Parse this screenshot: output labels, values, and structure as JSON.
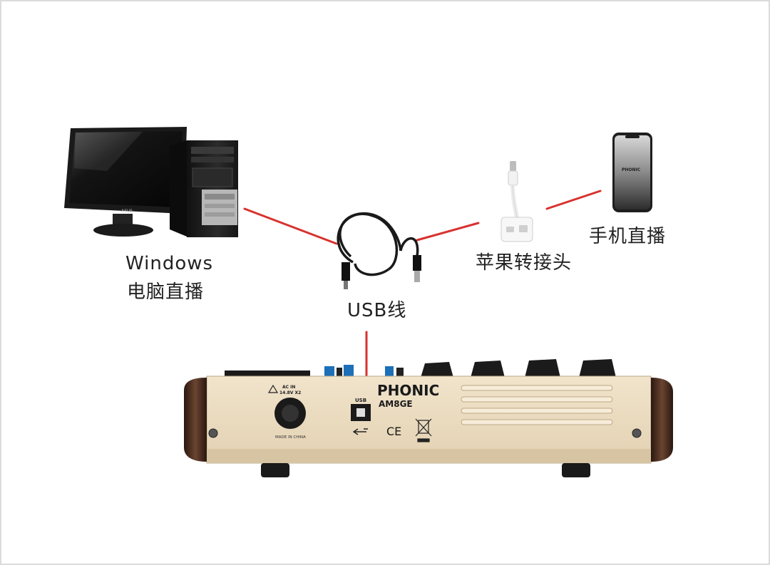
{
  "labels": {
    "windows_line1": "Windows",
    "windows_line2": "电脑直播",
    "usb_cable": "USB线",
    "apple_adapter": "苹果转接头",
    "phone_live": "手机直播"
  },
  "devices": {
    "monitor_brand": "ASUS",
    "phone_screen_logo": "PHONIC",
    "mixer_brand": "PHONIC",
    "mixer_model": "AM8GE",
    "ac_in": "AC IN",
    "ac_voltage": "14.8V X2",
    "made_in": "MADE IN CHINA",
    "usb_port": "USB",
    "ce_mark": "CE"
  },
  "colors": {
    "connection_line": "#d8322e",
    "border": "#cfcfcf",
    "mixer_panel": "#e9d9bd"
  }
}
